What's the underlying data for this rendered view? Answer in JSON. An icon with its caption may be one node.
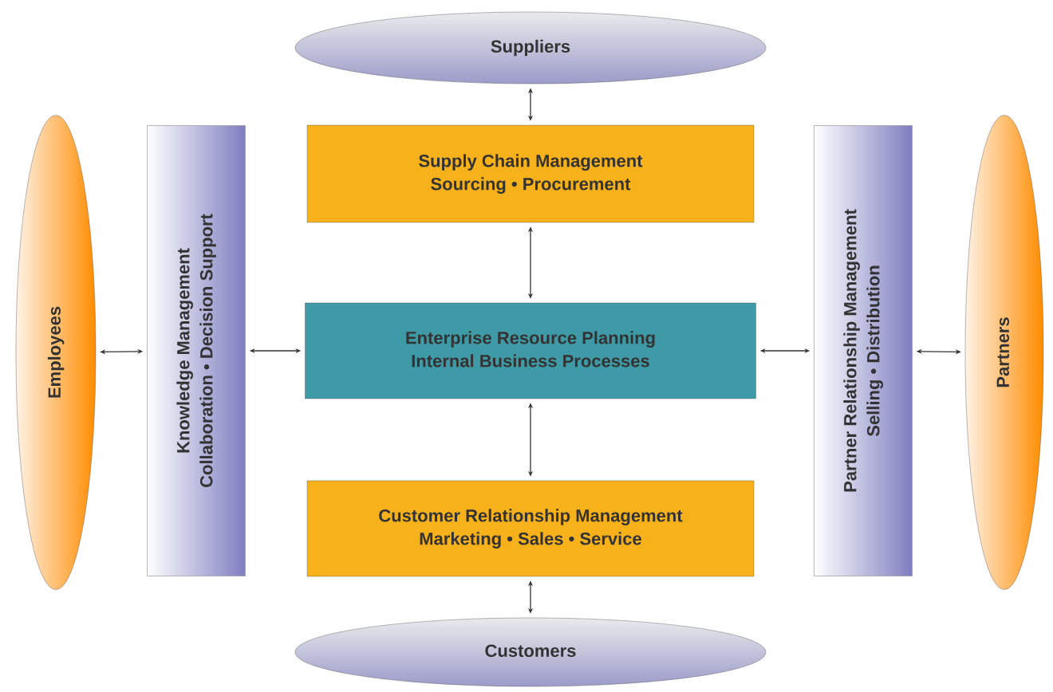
{
  "diagram": {
    "nodes": [
      {
        "text": [
          "Suppliers"
        ]
      },
      {
        "text": [
          "Employees"
        ]
      },
      {
        "text": [
          "Knowledge Management",
          "Collaboration • Decision Support"
        ]
      },
      {
        "text": [
          "Supply Chain Management",
          "Sourcing • Procurement"
        ]
      },
      {
        "text": [
          "Enterprise Resource Planning",
          "Internal Business Processes"
        ]
      },
      {
        "text": [
          "Partner Relationship Management",
          "Selling • Distribution"
        ]
      },
      {
        "text": [
          "Partners"
        ]
      },
      {
        "text": [
          "Customer Relationship Management",
          "Marketing • Sales • Service"
        ]
      },
      {
        "text": [
          "Customers"
        ]
      }
    ],
    "edges": [
      {
        "from": 0,
        "to": 3,
        "arrow": "both"
      },
      {
        "from": 3,
        "to": 4,
        "arrow": "both"
      },
      {
        "from": 4,
        "to": 7,
        "arrow": "both"
      },
      {
        "from": 7,
        "to": 8,
        "arrow": "both"
      },
      {
        "from": 1,
        "to": 2,
        "arrow": "both"
      },
      {
        "from": 2,
        "to": 4,
        "arrow": "both"
      },
      {
        "from": 4,
        "to": 5,
        "arrow": "both"
      },
      {
        "from": 5,
        "to": 6,
        "arrow": "both"
      }
    ]
  }
}
